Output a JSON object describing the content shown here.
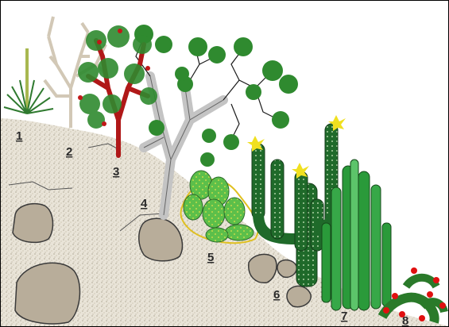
{
  "diagram": {
    "labels": [
      "1",
      "2",
      "3",
      "4",
      "5",
      "6",
      "7",
      "8"
    ],
    "colors": {
      "ground": "#d9d2c2",
      "ground_speckle": "#a89f86",
      "rock": "#b8ad9a",
      "rock_outline": "#3a3a3a",
      "leaf_green": "#2f8a2f",
      "dark_green": "#1f5a1f",
      "red_stem": "#b01818",
      "grey_trunk": "#c4c4c4",
      "tan_plant": "#d8d0c0",
      "pad_green": "#5cbf4a",
      "flower_yellow": "#f0e020",
      "flower_red": "#e01010",
      "cactus_green": "#2a9a3a",
      "cactus_dark": "#1a5a22",
      "agave_stalk": "#a8b850"
    }
  }
}
